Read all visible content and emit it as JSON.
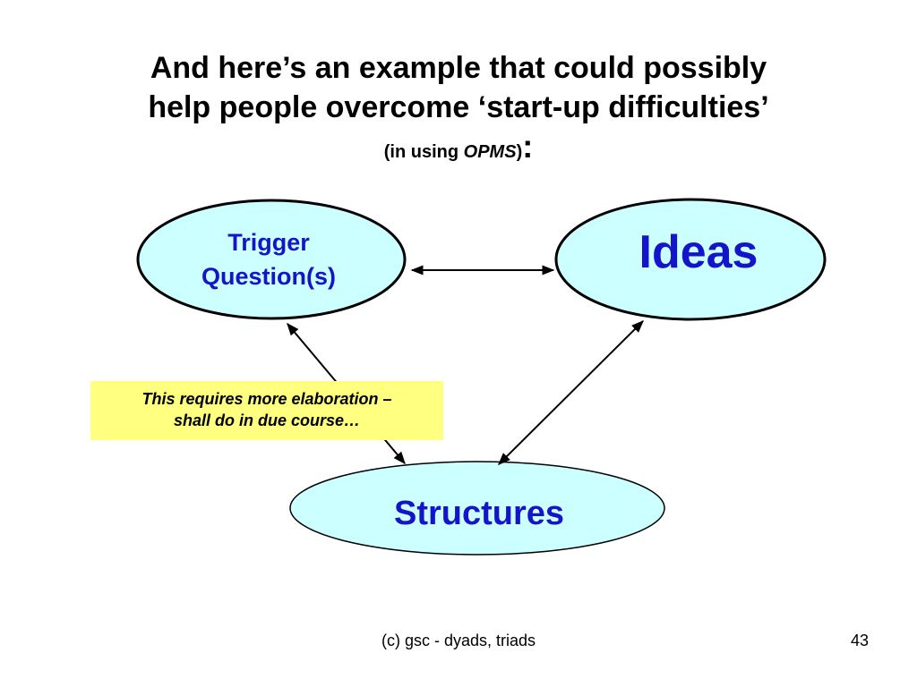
{
  "slide": {
    "title_line1": "And here’s an example that could possibly",
    "title_line2": "help people overcome ‘start-up difficulties’",
    "subtitle_prefix": "(in using ",
    "subtitle_emphasis": "OPMS",
    "subtitle_suffix": ")",
    "subtitle_colon": ":"
  },
  "diagram": {
    "nodes": {
      "trigger_line1": "Trigger",
      "trigger_line2": "Question(s)",
      "ideas": "Ideas",
      "structures": "Structures"
    },
    "edges": [
      {
        "from": "Trigger Question(s)",
        "to": "Ideas",
        "arrows": "both"
      },
      {
        "from": "Trigger Question(s)",
        "to": "Structures",
        "arrows": "both"
      },
      {
        "from": "Ideas",
        "to": "Structures",
        "arrows": "both"
      }
    ],
    "note_line1": "This requires more elaboration –",
    "note_line2": "shall do in due course…",
    "colors": {
      "node_fill": "#ccffff",
      "node_text": "#1414c8",
      "note_fill": "#ffff80"
    }
  },
  "footer": {
    "text": "(c) gsc - dyads, triads",
    "page_number": "43"
  }
}
